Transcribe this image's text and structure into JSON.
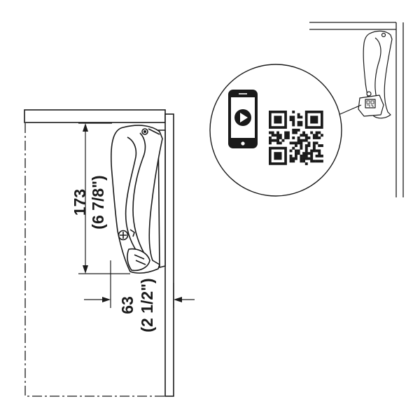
{
  "dimensions": {
    "height_mm": "173",
    "height_in": "(6 7/8\")",
    "width_mm": "63",
    "width_in": "(2 1/2\")"
  },
  "icons": {
    "phone": "phone-play-icon",
    "qr": "qr-code-icon"
  },
  "colors": {
    "line": "#1a1a1a",
    "fitting_fill": "#ffffff"
  }
}
